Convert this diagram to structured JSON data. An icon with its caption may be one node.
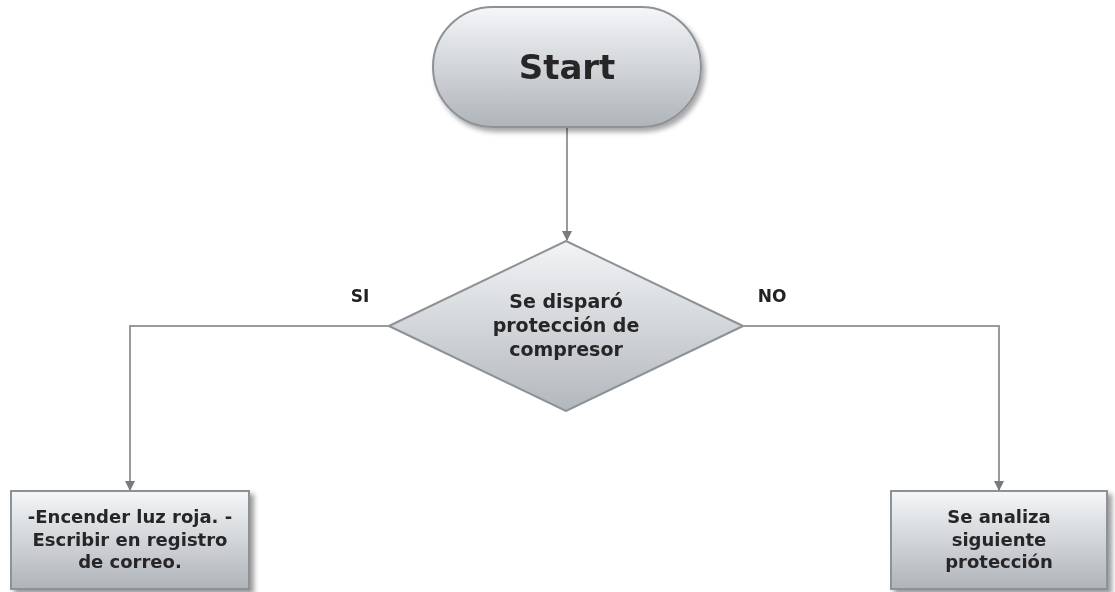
{
  "diagram": {
    "nodes": [
      {
        "text": [
          "Start"
        ]
      },
      {
        "text": [
          "Se disparó protección de compresor"
        ]
      },
      {
        "text": [
          "-Encender luz roja. -Escribir en registro de correo."
        ]
      },
      {
        "text": [
          "Se analiza siguiente protección"
        ]
      }
    ],
    "edges": [
      {
        "from": 0,
        "to": 1,
        "arrow": "to"
      },
      {
        "from": 1,
        "to": 2,
        "arrow": "to",
        "label": "SI"
      },
      {
        "from": 1,
        "to": 3,
        "arrow": "to",
        "label": "NO"
      }
    ]
  }
}
